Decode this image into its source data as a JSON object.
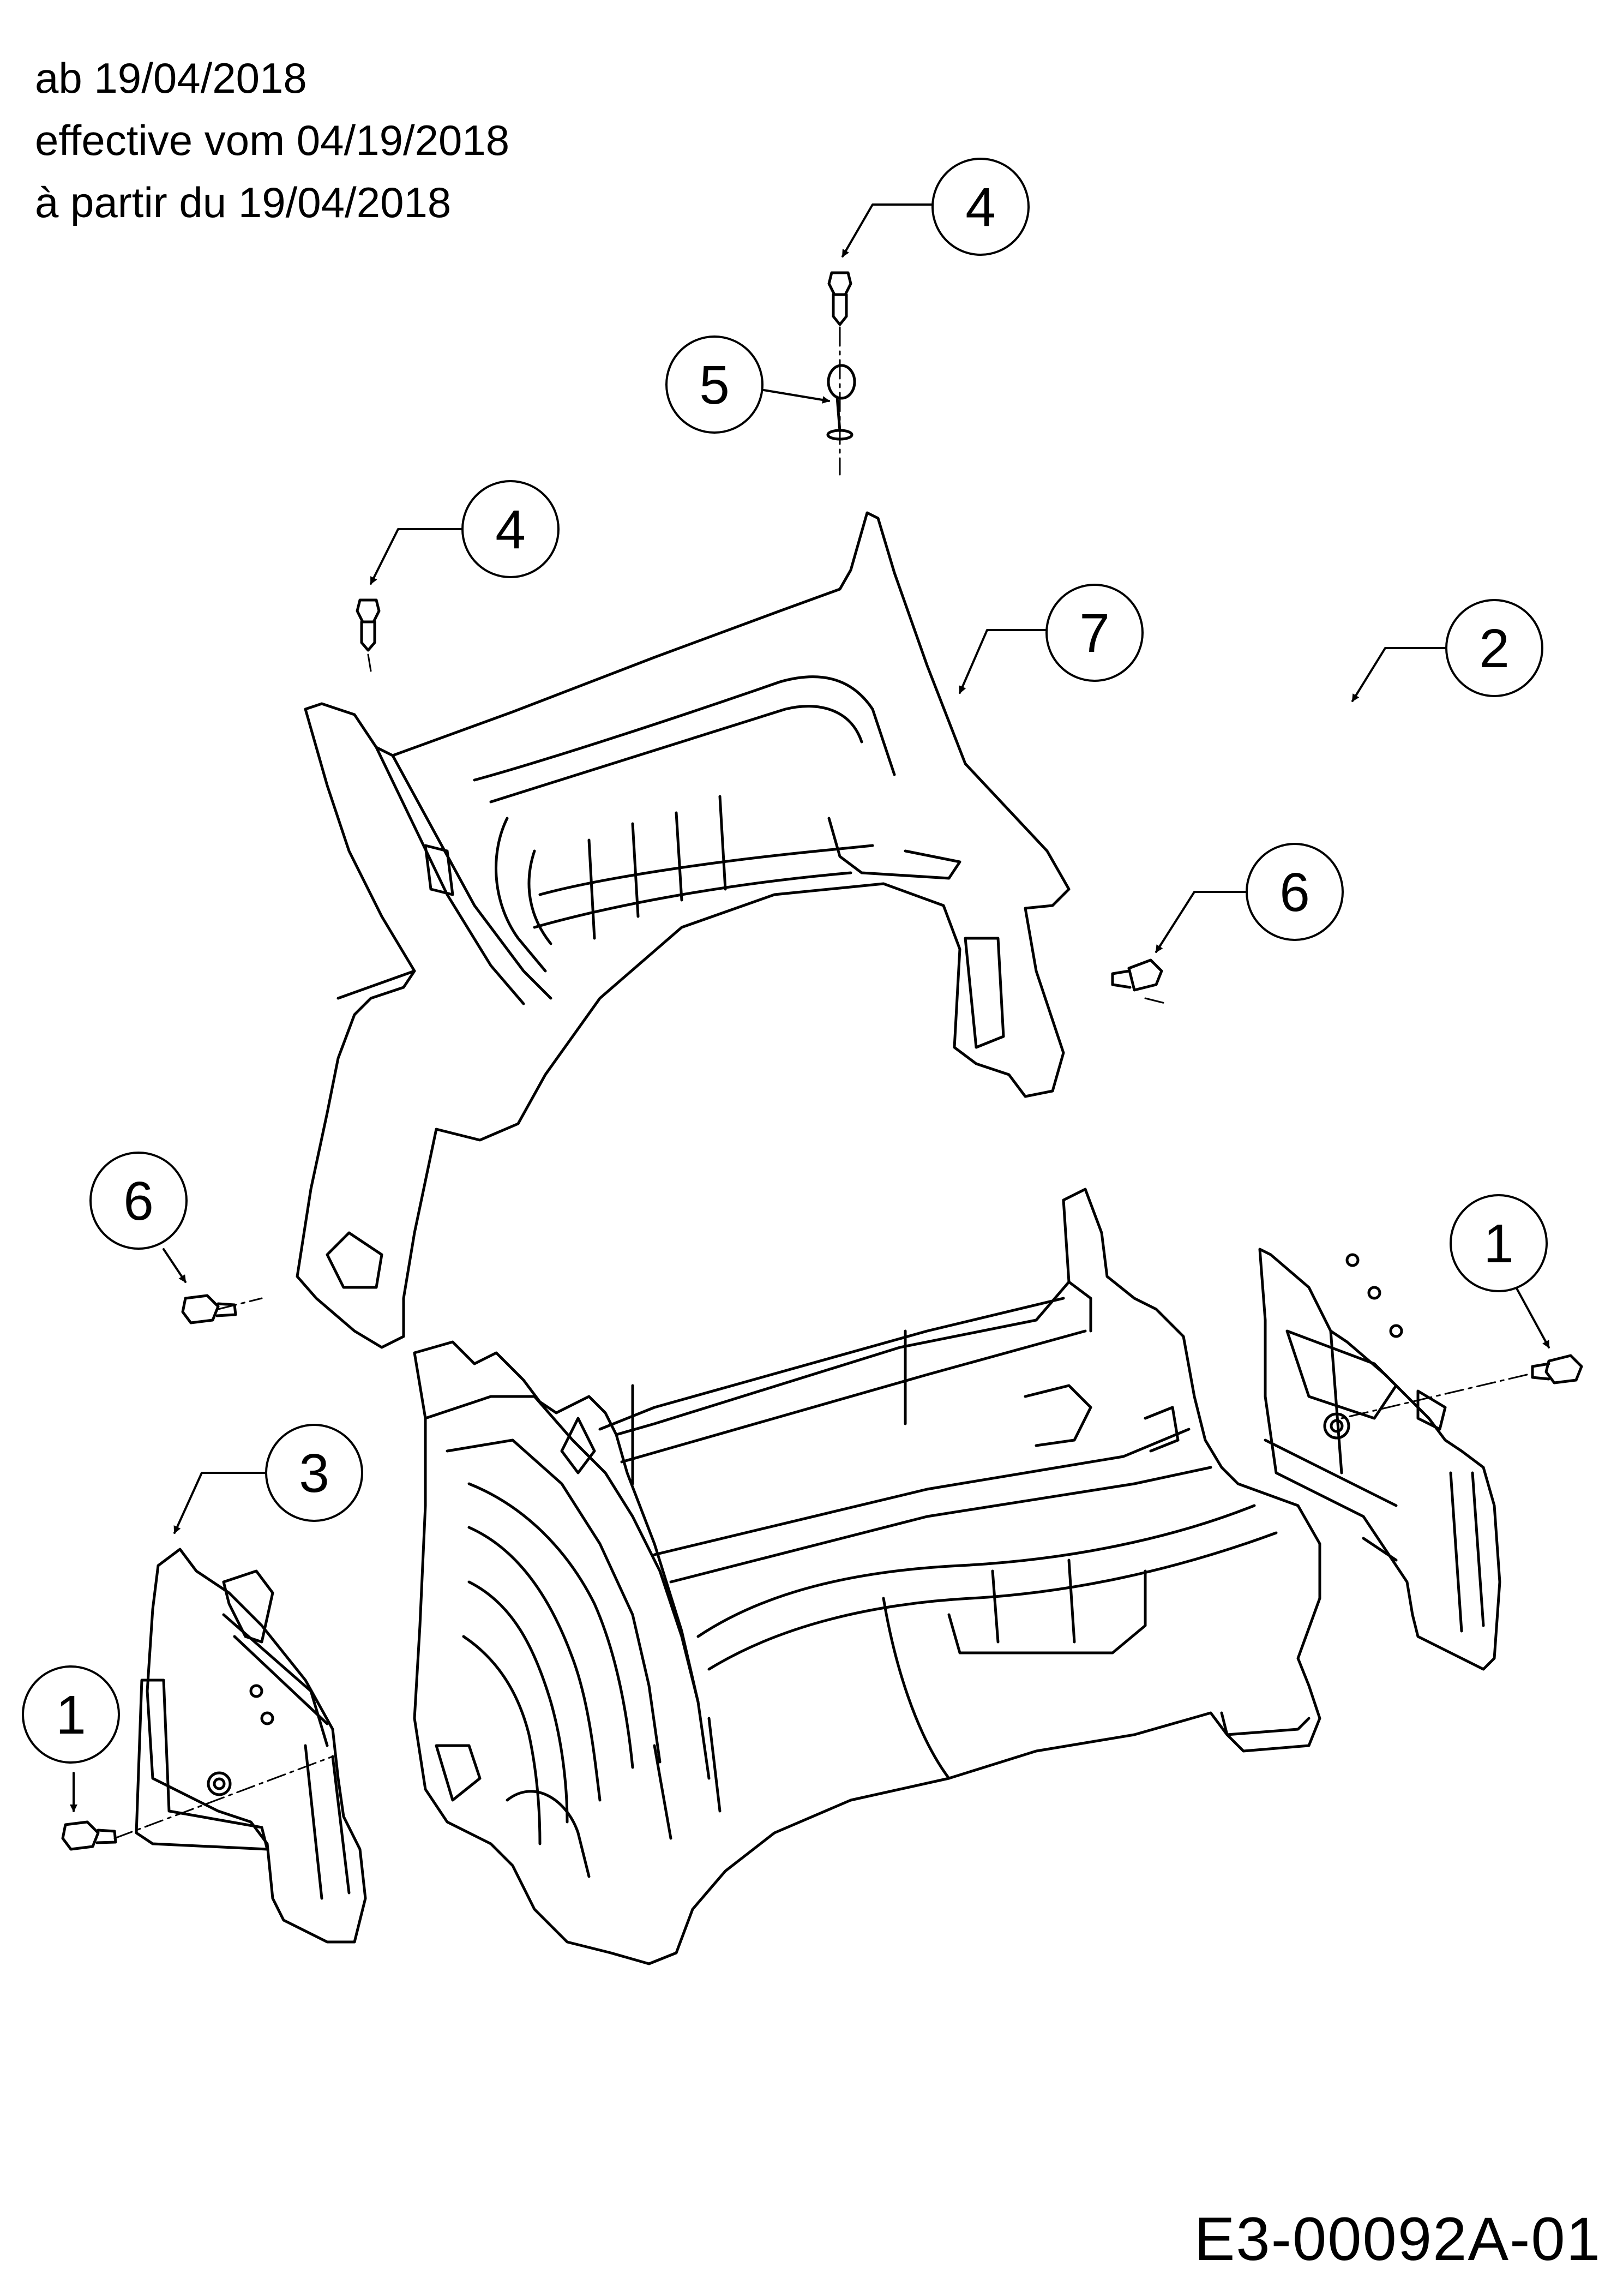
{
  "header": {
    "line_de": "ab 19/04/2018",
    "line_en": "effective vom 04/19/2018",
    "line_fr": "à partir du 19/04/2018"
  },
  "callouts": [
    "4",
    "5",
    "4",
    "7",
    "6",
    "6",
    "2",
    "1",
    "3",
    "1"
  ],
  "diagram_code": "E3-00092A-01",
  "colors": {
    "line": "#000000",
    "background": "#ffffff"
  }
}
